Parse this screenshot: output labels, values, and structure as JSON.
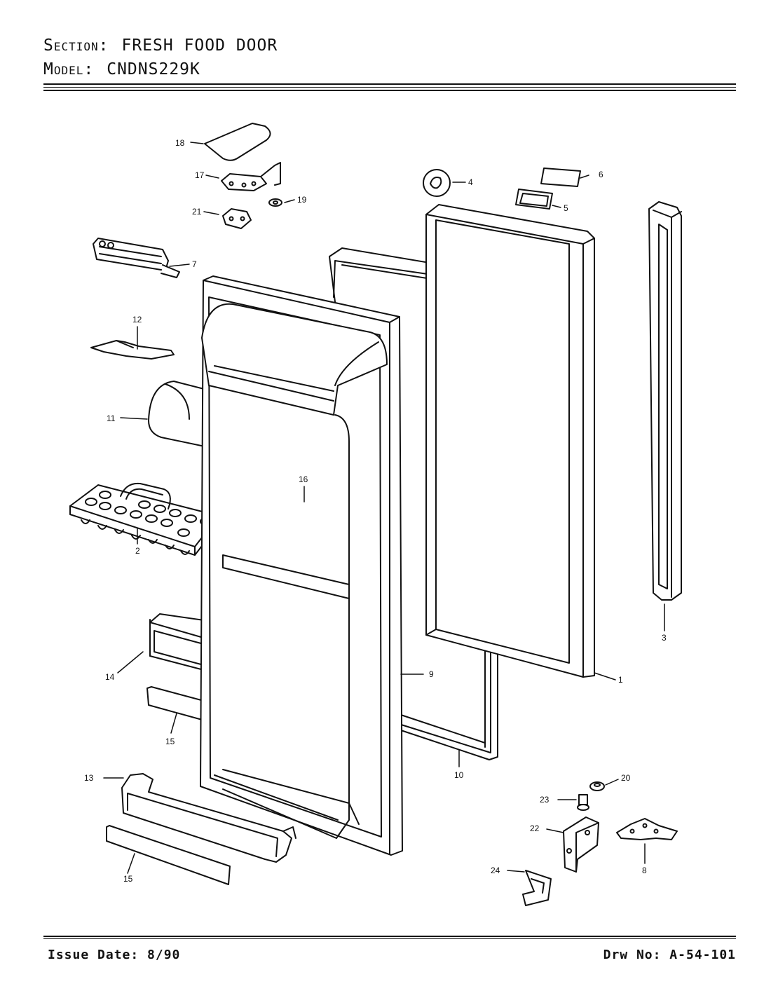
{
  "header": {
    "section_label": "Section:",
    "section_value": "FRESH FOOD DOOR",
    "model_label": "Model:",
    "model_value": "CNDNS229K"
  },
  "callouts": {
    "c1": "1",
    "c2": "2",
    "c3": "3",
    "c4": "4",
    "c5": "5",
    "c6": "6",
    "c7": "7",
    "c8": "8",
    "c9": "9",
    "c10": "10",
    "c11": "11",
    "c12": "12",
    "c13": "13",
    "c14": "14",
    "c15a": "15",
    "c15b": "15",
    "c16": "16",
    "c17": "17",
    "c18": "18",
    "c19": "19",
    "c20": "20",
    "c21": "21",
    "c22": "22",
    "c23": "23",
    "c24": "24"
  },
  "footer": {
    "issue_date": "Issue Date: 8/90",
    "drawing_no": "Drw No: A-54-101"
  }
}
